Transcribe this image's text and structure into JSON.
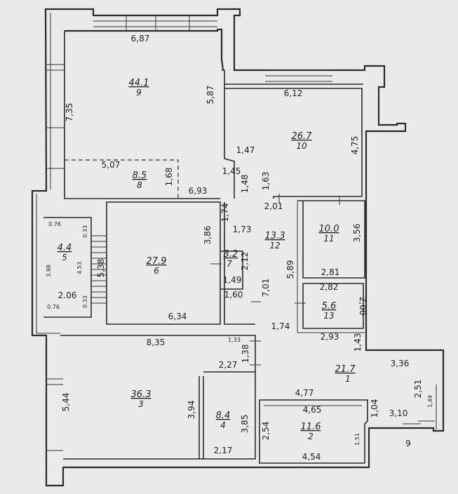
{
  "rooms": [
    {
      "id": "r9",
      "area": "44.1",
      "number": "9"
    },
    {
      "id": "r10",
      "area": "26.7",
      "number": "10"
    },
    {
      "id": "r8",
      "area": "8.5",
      "number": "8"
    },
    {
      "id": "r5",
      "area": "4.4",
      "number": "5"
    },
    {
      "id": "r6",
      "area": "27.9",
      "number": "6"
    },
    {
      "id": "r7",
      "area": "3.2",
      "number": "7"
    },
    {
      "id": "r12",
      "area": "13.3",
      "number": "12"
    },
    {
      "id": "r11",
      "area": "10.0",
      "number": "11"
    },
    {
      "id": "r13",
      "area": "5.6",
      "number": "13"
    },
    {
      "id": "r3",
      "area": "36.3",
      "number": "3"
    },
    {
      "id": "r4",
      "area": "8.4",
      "number": "4"
    },
    {
      "id": "r1",
      "area": "21.7",
      "number": "1"
    },
    {
      "id": "r2",
      "area": "11.6",
      "number": "2"
    }
  ],
  "dimensions": [
    "6,87",
    "7,35",
    "5,87",
    "6,12",
    "4,75",
    "1,47",
    "1,45",
    "1,48",
    "1,63",
    "5,07",
    "1,68",
    "6,93",
    "2,01",
    "1,74",
    "3,86",
    "1,73",
    "3,56",
    "0.76",
    "0.33",
    "4.53",
    "3.98",
    "2.06",
    "0.33",
    "0.76",
    "5,38",
    "2,12",
    "1,49",
    "1,60",
    "5,89",
    "2,81",
    "2,82",
    "2,00",
    "7,01",
    "6,34",
    "1,74",
    "2,93",
    "1,43",
    "8,35",
    "1,33",
    "1,38",
    "2,27",
    "3,36",
    "4,77",
    "2,51",
    "1,49",
    "4,65",
    "1,04",
    "3,10",
    "5,44",
    "3,94",
    "3,85",
    "2,54",
    "1.51",
    "2,17",
    "4,54"
  ],
  "marker": "9"
}
